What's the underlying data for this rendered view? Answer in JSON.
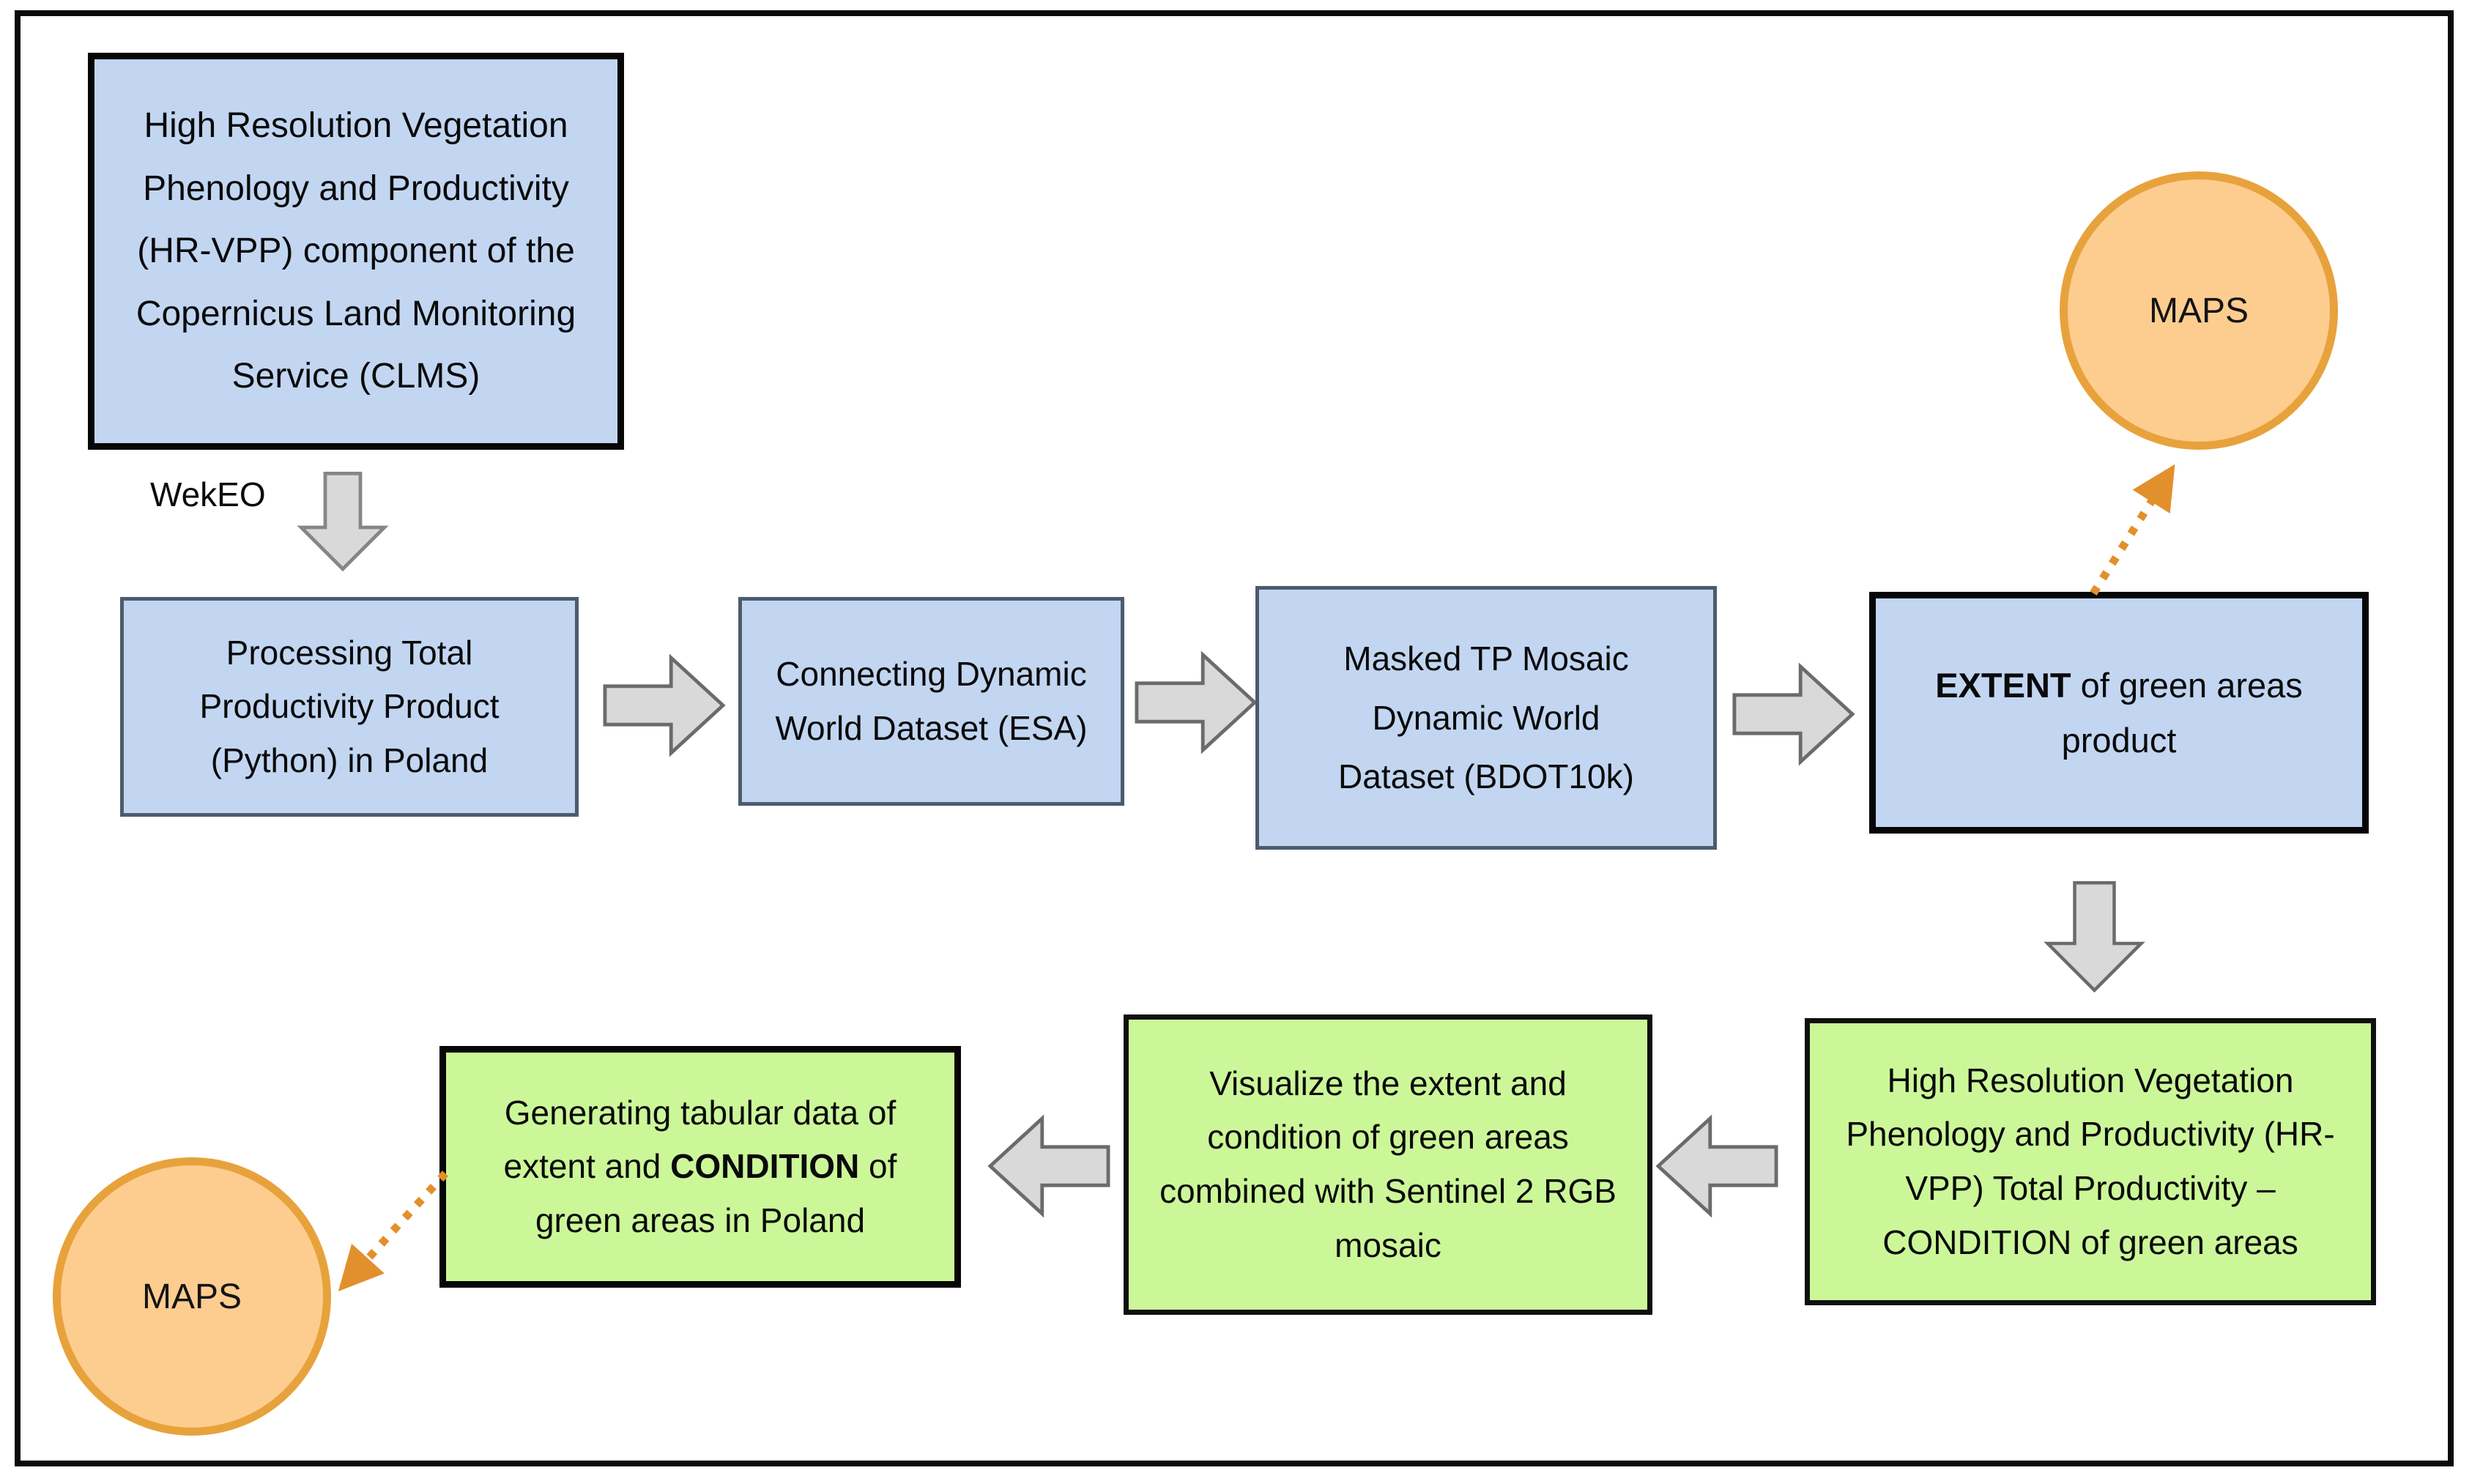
{
  "colors": {
    "box_blue": "#c2d6f2",
    "box_green": "#ccf799",
    "box_border_thin": "#4d5b6e",
    "circle_fill": "#fdcd90",
    "circle_border": "#e8a23c",
    "arrow_fill": "#d9d9d9",
    "arrow_border": "#6b6b6b",
    "dotted_arrow": "#e2902c",
    "frame_border": "#0a0a0a"
  },
  "nodes": {
    "clms": "High Resolution Vegetation Phenology and Productivity (HR-VPP) component of the Copernicus Land Monitoring Service (CLMS)",
    "wekeo": "WekEO",
    "processing": "Processing Total Productivity Product (Python) in Poland",
    "connecting": "Connecting Dynamic World Dataset (ESA)",
    "masked": "Masked TP Mosaic Dynamic World Dataset (BDOT10k)",
    "extent": {
      "bold": "EXTENT",
      "rest": " of green areas product"
    },
    "maps_top": "MAPS",
    "condition": "High Resolution Vegetation Phenology and Productivity (HR-VPP) Total Productivity – CONDITION of green areas",
    "visualize": "Visualize the extent and condition of green areas combined with Sentinel 2 RGB mosaic",
    "tabular": {
      "pre": "Generating tabular data of extent and ",
      "bold": "CONDITION",
      "post": " of green areas in Poland"
    },
    "maps_bottom": "MAPS"
  }
}
